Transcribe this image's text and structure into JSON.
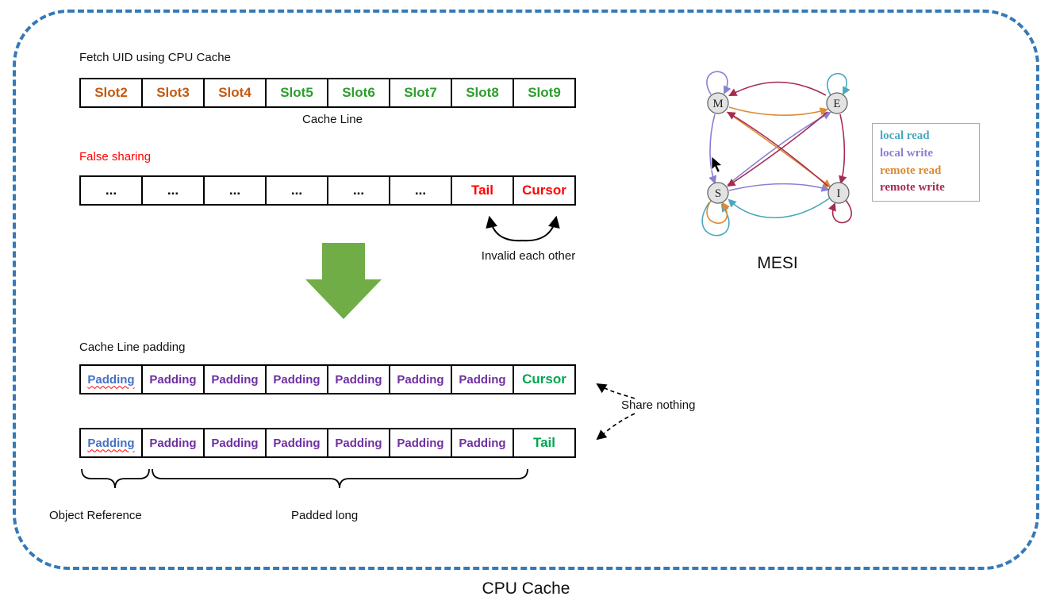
{
  "diagram_title": "CPU Cache",
  "border_color": "#3579B8",
  "big_arrow_color": "#70AD47",
  "fetch": {
    "heading": "Fetch UID using CPU Cache",
    "caption": "Cache Line",
    "slots": [
      {
        "label": "Slot2",
        "color": "#C55A11"
      },
      {
        "label": "Slot3",
        "color": "#C55A11"
      },
      {
        "label": "Slot4",
        "color": "#C55A11"
      },
      {
        "label": "Slot5",
        "color": "#2E9E2E"
      },
      {
        "label": "Slot6",
        "color": "#2E9E2E"
      },
      {
        "label": "Slot7",
        "color": "#2E9E2E"
      },
      {
        "label": "Slot8",
        "color": "#2E9E2E"
      },
      {
        "label": "Slot9",
        "color": "#2E9E2E"
      }
    ]
  },
  "false_sharing": {
    "heading": "False sharing",
    "heading_color": "#FF0000",
    "cells": [
      {
        "label": "...",
        "color": "#000000"
      },
      {
        "label": "...",
        "color": "#000000"
      },
      {
        "label": "...",
        "color": "#000000"
      },
      {
        "label": "...",
        "color": "#000000"
      },
      {
        "label": "...",
        "color": "#000000"
      },
      {
        "label": "...",
        "color": "#000000"
      },
      {
        "label": "Tail",
        "color": "#FF0000"
      },
      {
        "label": "Cursor",
        "color": "#FF0000"
      }
    ],
    "annotation": "Invalid each other"
  },
  "padding": {
    "heading": "Cache Line padding",
    "row1": [
      {
        "label": "Padding",
        "color": "#4472C4"
      },
      {
        "label": "Padding",
        "color": "#7030A0"
      },
      {
        "label": "Padding",
        "color": "#7030A0"
      },
      {
        "label": "Padding",
        "color": "#7030A0"
      },
      {
        "label": "Padding",
        "color": "#7030A0"
      },
      {
        "label": "Padding",
        "color": "#7030A0"
      },
      {
        "label": "Padding",
        "color": "#7030A0"
      },
      {
        "label": "Cursor",
        "color": "#00A650"
      }
    ],
    "row2": [
      {
        "label": "Padding",
        "color": "#4472C4"
      },
      {
        "label": "Padding",
        "color": "#7030A0"
      },
      {
        "label": "Padding",
        "color": "#7030A0"
      },
      {
        "label": "Padding",
        "color": "#7030A0"
      },
      {
        "label": "Padding",
        "color": "#7030A0"
      },
      {
        "label": "Padding",
        "color": "#7030A0"
      },
      {
        "label": "Padding",
        "color": "#7030A0"
      },
      {
        "label": "Tail",
        "color": "#00A650"
      }
    ],
    "share_annotation": "Share nothing",
    "brace_left_label": "Object Reference",
    "brace_right_label": "Padded long"
  },
  "mesi": {
    "title": "MESI",
    "nodes": [
      {
        "label": "M"
      },
      {
        "label": "E"
      },
      {
        "label": "S"
      },
      {
        "label": "I"
      }
    ],
    "legend": [
      {
        "label": "local read",
        "color": "#4AA9BE"
      },
      {
        "label": "local write",
        "color": "#8B7FD6"
      },
      {
        "label": "remote read",
        "color": "#DD8A33"
      },
      {
        "label": "remote write",
        "color": "#A62B4F"
      }
    ]
  }
}
